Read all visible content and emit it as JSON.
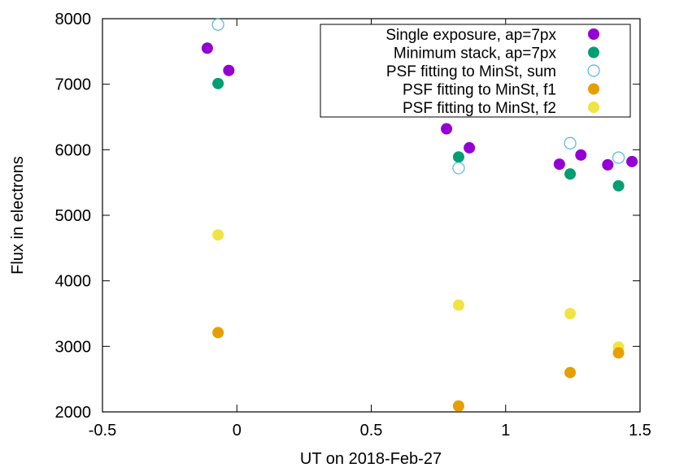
{
  "chart_data": {
    "type": "scatter",
    "xlabel": "UT on 2018-Feb-27",
    "ylabel": "Flux in electrons",
    "xlim": [
      -0.5,
      1.5
    ],
    "ylim": [
      2000,
      8000
    ],
    "xticks": [
      -0.5,
      0,
      0.5,
      1,
      1.5
    ],
    "xtick_labels": [
      "-0.5",
      "0",
      "0.5",
      "1",
      "1.5"
    ],
    "yticks": [
      2000,
      3000,
      4000,
      5000,
      6000,
      7000,
      8000
    ],
    "ytick_labels": [
      "2000",
      "3000",
      "4000",
      "5000",
      "6000",
      "7000",
      "8000"
    ],
    "grid": false,
    "legend_position": "top-right",
    "series": [
      {
        "name": "Single exposure, ap=7px",
        "color": "#9400d3",
        "marker": "filled-circle",
        "points": [
          [
            -0.11,
            7550
          ],
          [
            -0.03,
            7210
          ],
          [
            0.78,
            6320
          ],
          [
            0.865,
            6030
          ],
          [
            1.2,
            5780
          ],
          [
            1.28,
            5920
          ],
          [
            1.38,
            5770
          ],
          [
            1.47,
            5820
          ]
        ]
      },
      {
        "name": "Minimum stack, ap=7px",
        "color": "#009e73",
        "marker": "filled-circle",
        "points": [
          [
            -0.07,
            7010
          ],
          [
            0.825,
            5890
          ],
          [
            1.24,
            5630
          ],
          [
            1.42,
            5450
          ]
        ]
      },
      {
        "name": "PSF fitting to MinSt, sum",
        "color": "#56b4e9",
        "marker": "open-circle",
        "points": [
          [
            -0.07,
            7910
          ],
          [
            0.825,
            5720
          ],
          [
            1.24,
            6100
          ],
          [
            1.42,
            5880
          ]
        ]
      },
      {
        "name": "PSF fitting to MinSt, f1",
        "color": "#e69f00",
        "marker": "filled-circle",
        "points": [
          [
            -0.07,
            3210
          ],
          [
            0.825,
            2090
          ],
          [
            1.24,
            2600
          ],
          [
            1.42,
            2900
          ]
        ]
      },
      {
        "name": "PSF fitting to MinSt, f2",
        "color": "#f0e442",
        "marker": "filled-circle",
        "points": [
          [
            -0.07,
            4700
          ],
          [
            0.825,
            3630
          ],
          [
            1.24,
            3500
          ],
          [
            1.42,
            2990
          ]
        ]
      }
    ]
  }
}
